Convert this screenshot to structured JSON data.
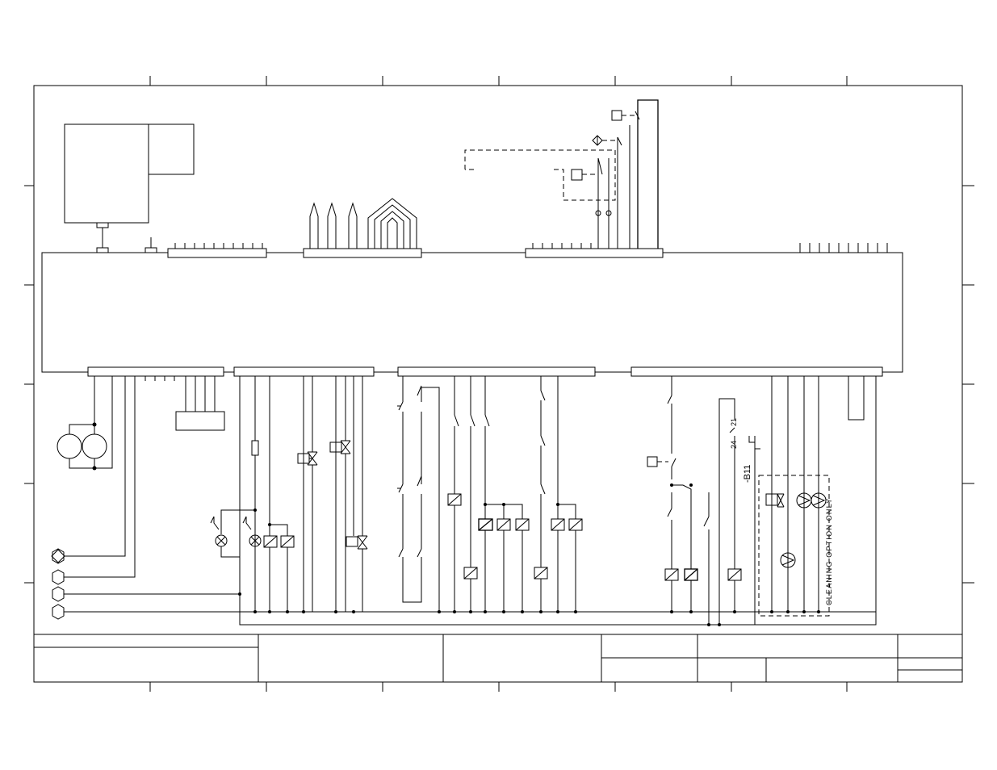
{
  "labels": {
    "sensor_ref": "-B11",
    "terminal_top": "21",
    "terminal_bottom": "24",
    "option_note": "CLEANING OPTION ONLY"
  }
}
